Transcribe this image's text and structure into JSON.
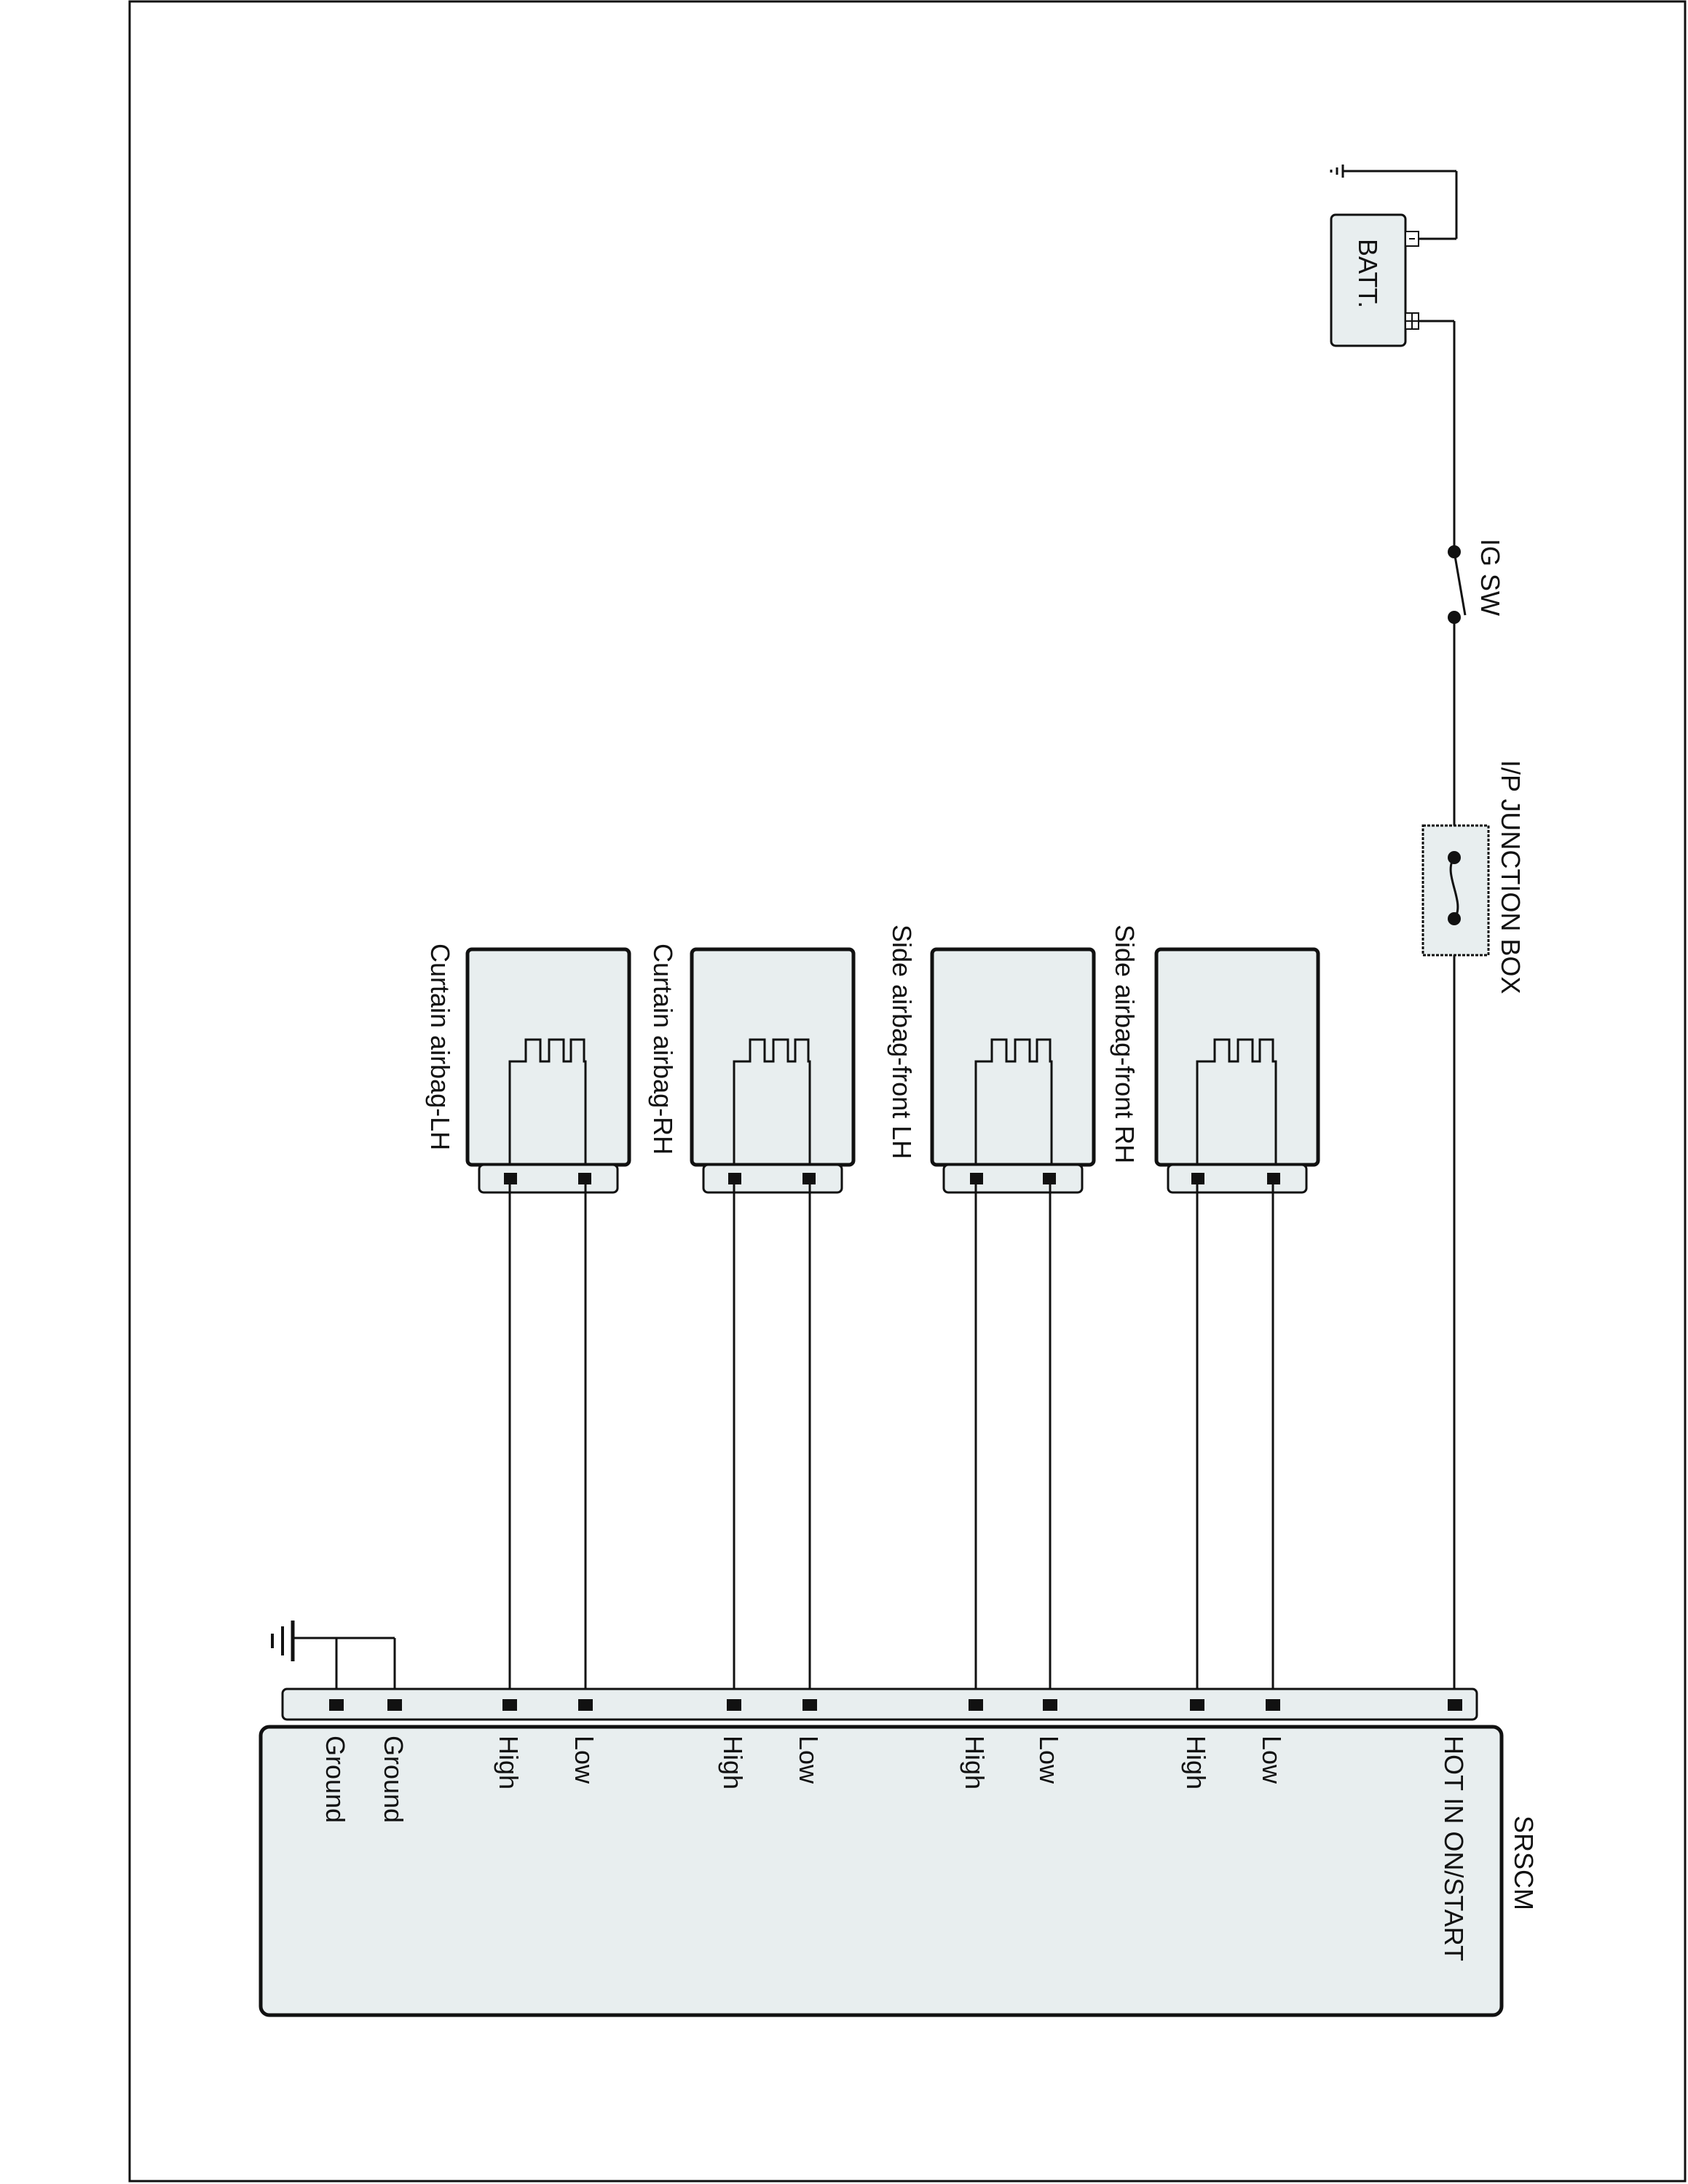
{
  "diagram": {
    "battery": {
      "label": "BATT."
    },
    "ignition_switch": {
      "label": "IG SW"
    },
    "junction_box": {
      "label": "I/P JUNCTION BOX"
    },
    "module": {
      "label": "SRSCM",
      "pins": [
        "HOT IN ON/START",
        "Low",
        "High",
        "Low",
        "High",
        "Low",
        "High",
        "Low",
        "High",
        "Ground",
        "Ground"
      ]
    },
    "airbags": [
      {
        "label": "Side airbag-front RH"
      },
      {
        "label": "Side airbag-front LH"
      },
      {
        "label": "Curtain airbag-RH"
      },
      {
        "label": "Curtain airbag-LH"
      }
    ]
  }
}
